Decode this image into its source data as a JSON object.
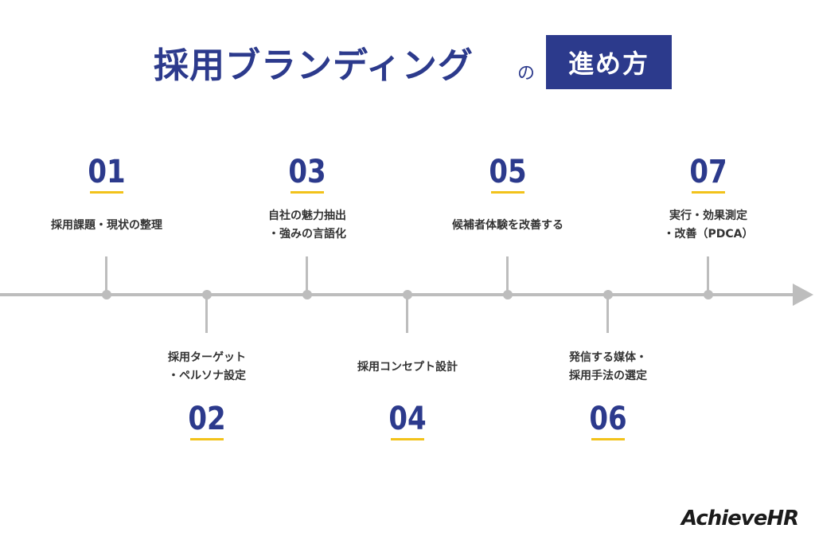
{
  "title": {
    "main": "採用ブランディング",
    "particle": "の",
    "badge": "進め方"
  },
  "steps": [
    {
      "number": "01",
      "lines": [
        "採用課題・現状の整理"
      ]
    },
    {
      "number": "02",
      "lines": [
        "採用ターゲット",
        "・ペルソナ設定"
      ]
    },
    {
      "number": "03",
      "lines": [
        "自社の魅力抽出",
        "・強みの言語化"
      ]
    },
    {
      "number": "04",
      "lines": [
        "採用コンセプト設計"
      ]
    },
    {
      "number": "05",
      "lines": [
        "候補者体験を改善する"
      ]
    },
    {
      "number": "06",
      "lines": [
        "発信する媒体・",
        "採用手法の選定"
      ]
    },
    {
      "number": "07",
      "lines": [
        "実行・効果測定",
        "・改善（PDCA）"
      ]
    }
  ],
  "logo": "AchieveHR",
  "colors": {
    "navy": "#2c3a8c",
    "accent_yellow": "#f2c21a",
    "line_gray": "#bdbdbd"
  }
}
